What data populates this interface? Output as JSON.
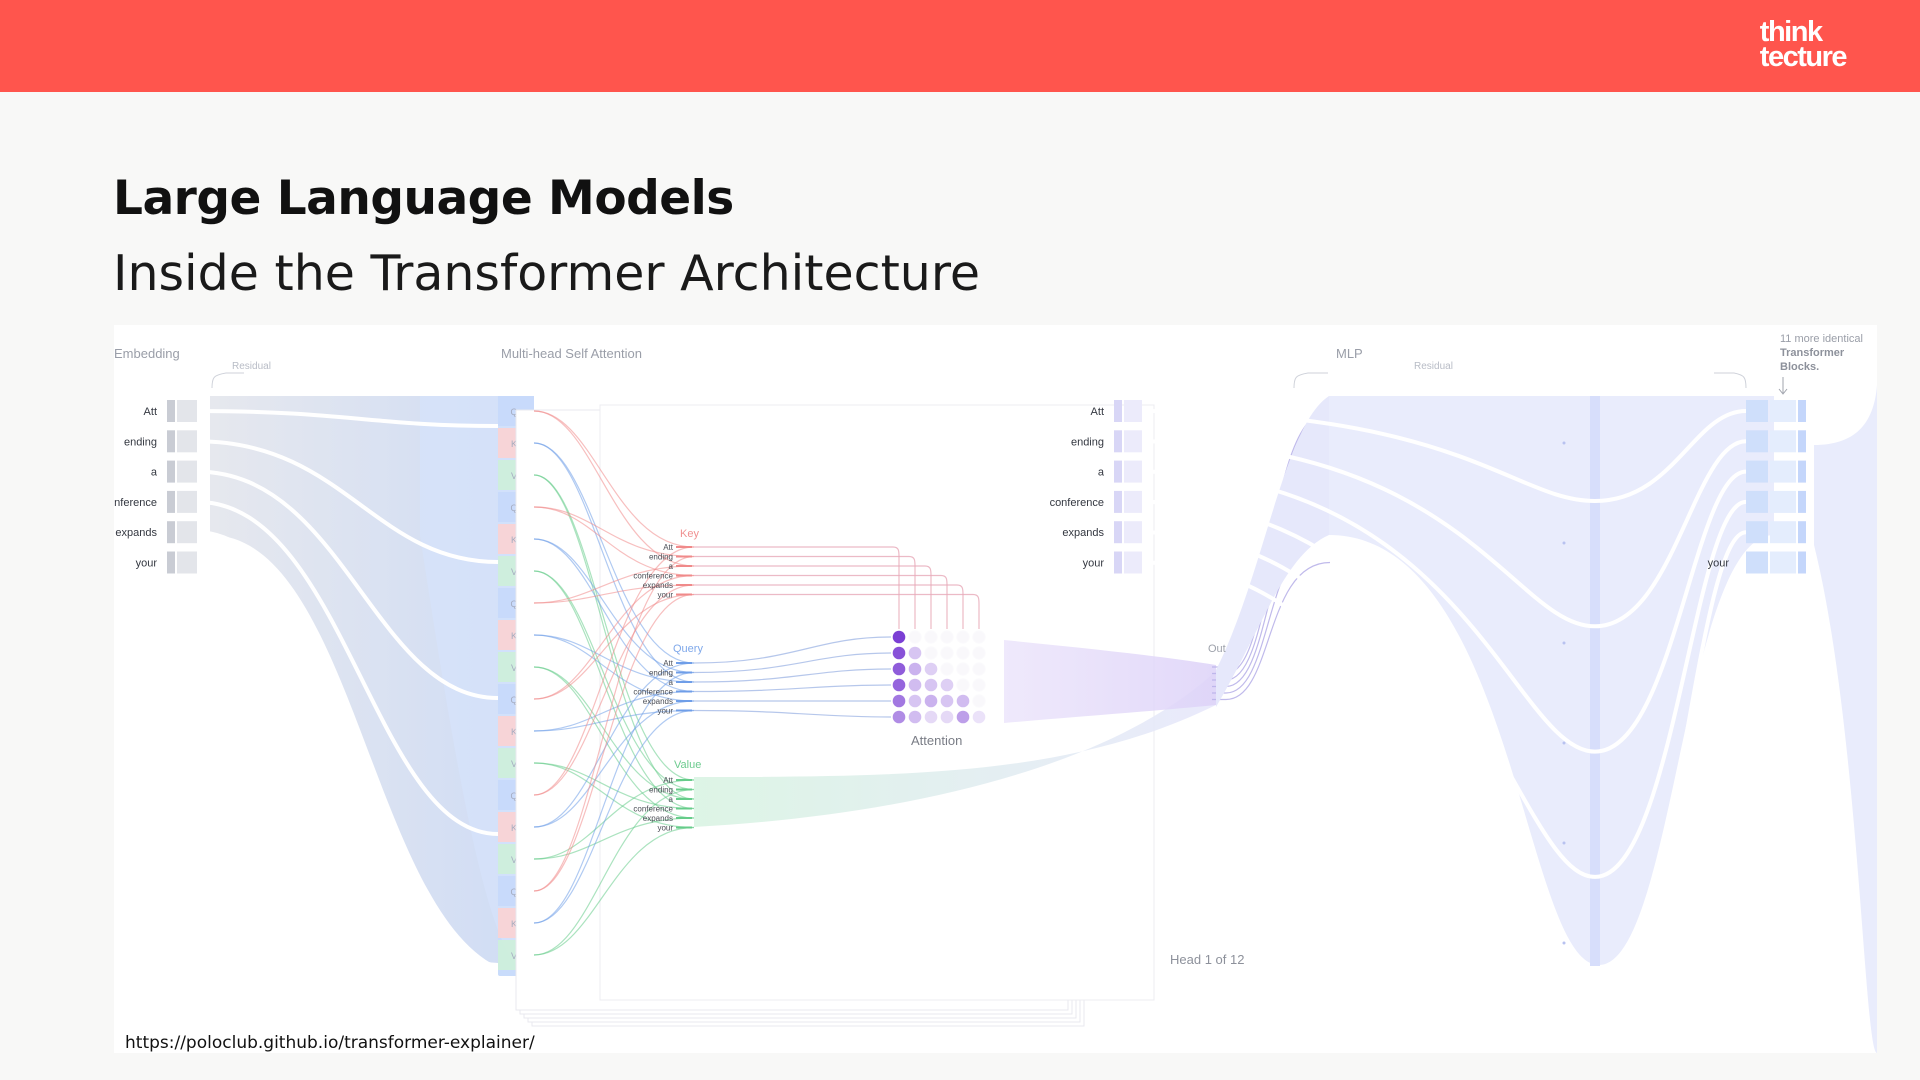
{
  "slide": {
    "title": "Large Language Models",
    "subtitle": "Inside the Transformer Architecture",
    "source_url": "https://poloclub.github.io/transformer-explainer/"
  },
  "logo": {
    "line1": "think",
    "line2": "tecture"
  },
  "colors": {
    "header": "#ff554d",
    "query": "#6f9ee8",
    "key": "#f08a8a",
    "value": "#66cc8a",
    "attention": "#7b3fd4",
    "mlp": "#cfd6fb"
  },
  "diagram": {
    "sections": {
      "embedding": "Embedding",
      "attention": "Multi-head Self Attention",
      "mlp": "MLP",
      "residual": "Residual",
      "more_blocks_1": "11 more identical",
      "more_blocks_2": "Transformer",
      "more_blocks_3": "Blocks."
    },
    "tokens": [
      "Att",
      "ending",
      "a",
      "conference",
      "expands",
      "your"
    ],
    "mlp_tokens": [
      "Att",
      "ending",
      "a",
      "conference",
      "expands",
      "your"
    ],
    "last_block_token": "your",
    "qkv_letters": [
      "Q",
      "K",
      "V"
    ],
    "head": {
      "key_label": "Key",
      "query_label": "Query",
      "value_label": "Value",
      "attention_label": "Attention",
      "out_label": "Out",
      "head_label": "Head 1 of 12"
    },
    "attention_matrix": [
      [
        1.0,
        0.2,
        0.2,
        0.2,
        0.2,
        0.2
      ],
      [
        0.9,
        0.3,
        0.2,
        0.2,
        0.2,
        0.2
      ],
      [
        0.85,
        0.4,
        0.25,
        0.2,
        0.2,
        0.2
      ],
      [
        0.8,
        0.35,
        0.3,
        0.25,
        0.2,
        0.2
      ],
      [
        0.7,
        0.3,
        0.4,
        0.3,
        0.35,
        0.2
      ],
      [
        0.6,
        0.35,
        0.2,
        0.2,
        0.5,
        0.15
      ]
    ]
  }
}
